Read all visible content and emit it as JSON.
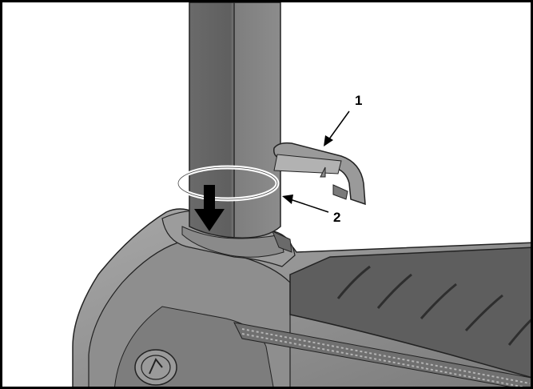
{
  "callouts": [
    {
      "id": "1",
      "label": "1",
      "target": "clip"
    },
    {
      "id": "2",
      "label": "2",
      "target": "ring"
    }
  ],
  "colors": {
    "frame": "#000000",
    "handle_dark": "#6e6e6e",
    "handle_light": "#9a9a9a",
    "body": "#8a8a8a",
    "body_light": "#a9a9a9",
    "grip": "#5c5c5c",
    "ring": "#ffffff",
    "arrow": "#000000"
  },
  "icons": [
    "down-arrow-icon",
    "callout-arrow-icon",
    "logo-emblem-icon"
  ]
}
